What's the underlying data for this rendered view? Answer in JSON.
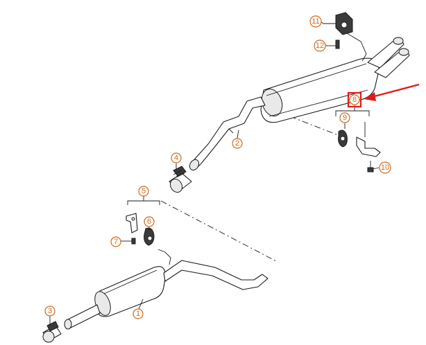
{
  "callouts": {
    "c1": "1",
    "c2": "2",
    "c3": "3",
    "c4": "4",
    "c5": "5",
    "c6": "6",
    "c7": "7",
    "c8": "8",
    "c9": "9",
    "c10": "10",
    "c11": "11",
    "c12": "12"
  },
  "colors": {
    "callout": "#d06a1a",
    "highlight": "#e01a1a",
    "line": "#1a1a1a"
  },
  "highlighted_callout": "8"
}
